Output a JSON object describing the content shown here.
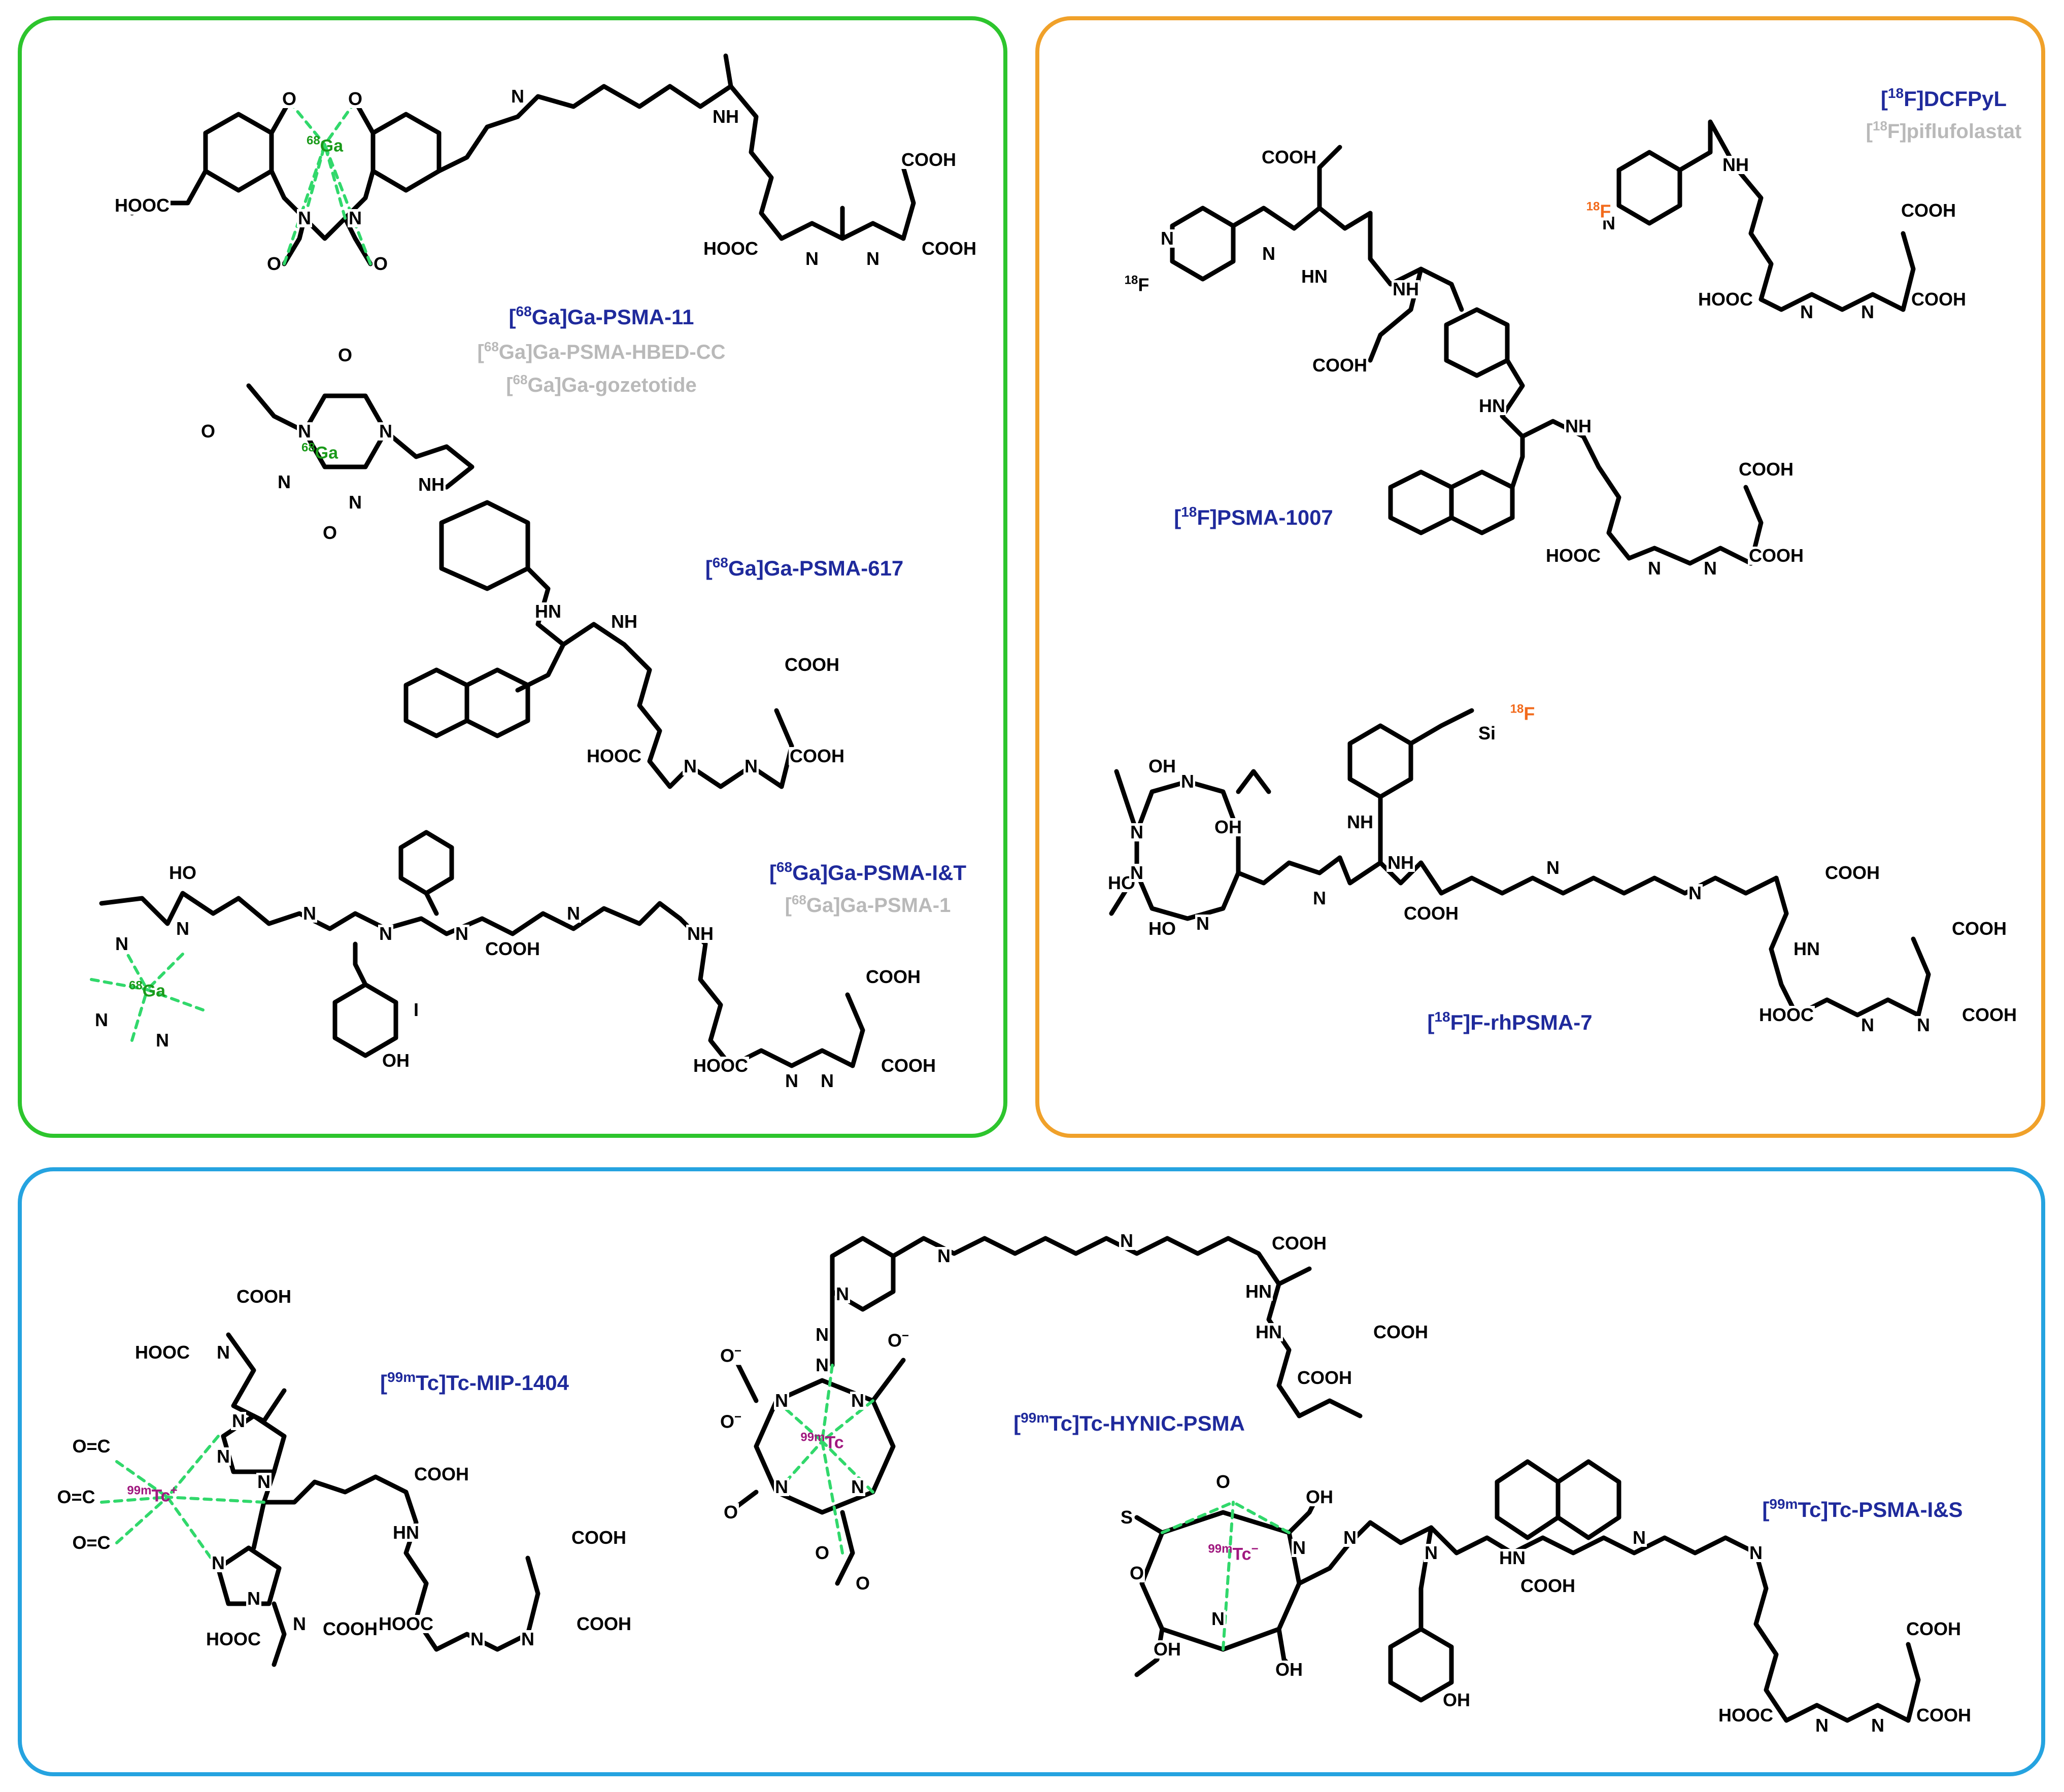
{
  "colors": {
    "ga_panel_border": "#2dc52d",
    "f18_panel_border": "#f0a12a",
    "tc_panel_border": "#25a3e0",
    "compound_name": "#1f2a9c",
    "alias_name": "#b9b9b9",
    "gallium": "#1a9a1a",
    "fluorine18": "#f26a1b",
    "technetium": "#a0197f",
    "coordination_bond": "#31d86b"
  },
  "gallium_panel": {
    "compounds": [
      {
        "name": "[68Ga]Ga-PSMA-11",
        "aliases": [
          "[68Ga]Ga-PSMA-HBED-CC",
          "[68Ga]Ga-gozetotide"
        ]
      },
      {
        "name": "[68Ga]Ga-PSMA-617",
        "aliases": []
      },
      {
        "name": "[68Ga]Ga-PSMA-I&T",
        "aliases": [
          "[68Ga]Ga-PSMA-1"
        ]
      }
    ]
  },
  "fluorine_panel": {
    "compounds": [
      {
        "name": "[18F]DCFPyL",
        "aliases": [
          "[18F]piflufolastat"
        ]
      },
      {
        "name": "[18F]PSMA-1007",
        "aliases": []
      },
      {
        "name": "[18F]F-rhPSMA-7",
        "aliases": []
      }
    ]
  },
  "technetium_panel": {
    "compounds": [
      {
        "name": "[99mTc]Tc-MIP-1404",
        "aliases": []
      },
      {
        "name": "[99mTc]Tc-HYNIC-PSMA",
        "aliases": []
      },
      {
        "name": "[99mTc]Tc-PSMA-I&S",
        "aliases": []
      }
    ]
  },
  "metals": {
    "ga": "68Ga",
    "tc": "99mTc",
    "f": "18F"
  }
}
